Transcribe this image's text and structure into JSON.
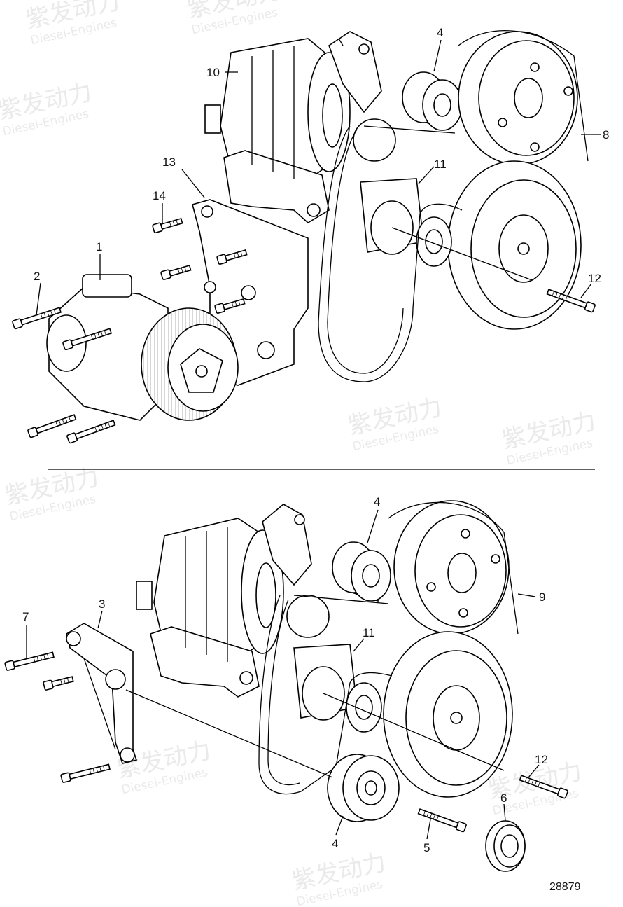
{
  "watermark": {
    "brand": "紫发动力",
    "sub": "Diesel-Engines",
    "color": "#d9d9d9"
  },
  "document_number": "28879",
  "upper": {
    "callouts": [
      {
        "id": "c-u-4",
        "text": "4"
      },
      {
        "id": "c-u-10",
        "text": "10"
      },
      {
        "id": "c-u-8",
        "text": "8"
      },
      {
        "id": "c-u-13",
        "text": "13"
      },
      {
        "id": "c-u-11",
        "text": "11"
      },
      {
        "id": "c-u-14",
        "text": "14"
      },
      {
        "id": "c-u-1",
        "text": "1"
      },
      {
        "id": "c-u-2",
        "text": "2"
      },
      {
        "id": "c-u-12",
        "text": "12"
      }
    ]
  },
  "lower": {
    "callouts": [
      {
        "id": "c-l-4a",
        "text": "4"
      },
      {
        "id": "c-l-9",
        "text": "9"
      },
      {
        "id": "c-l-3",
        "text": "3"
      },
      {
        "id": "c-l-7",
        "text": "7"
      },
      {
        "id": "c-l-11",
        "text": "11"
      },
      {
        "id": "c-l-12",
        "text": "12"
      },
      {
        "id": "c-l-6",
        "text": "6"
      },
      {
        "id": "c-l-4b",
        "text": "4"
      },
      {
        "id": "c-l-5",
        "text": "5"
      }
    ]
  }
}
